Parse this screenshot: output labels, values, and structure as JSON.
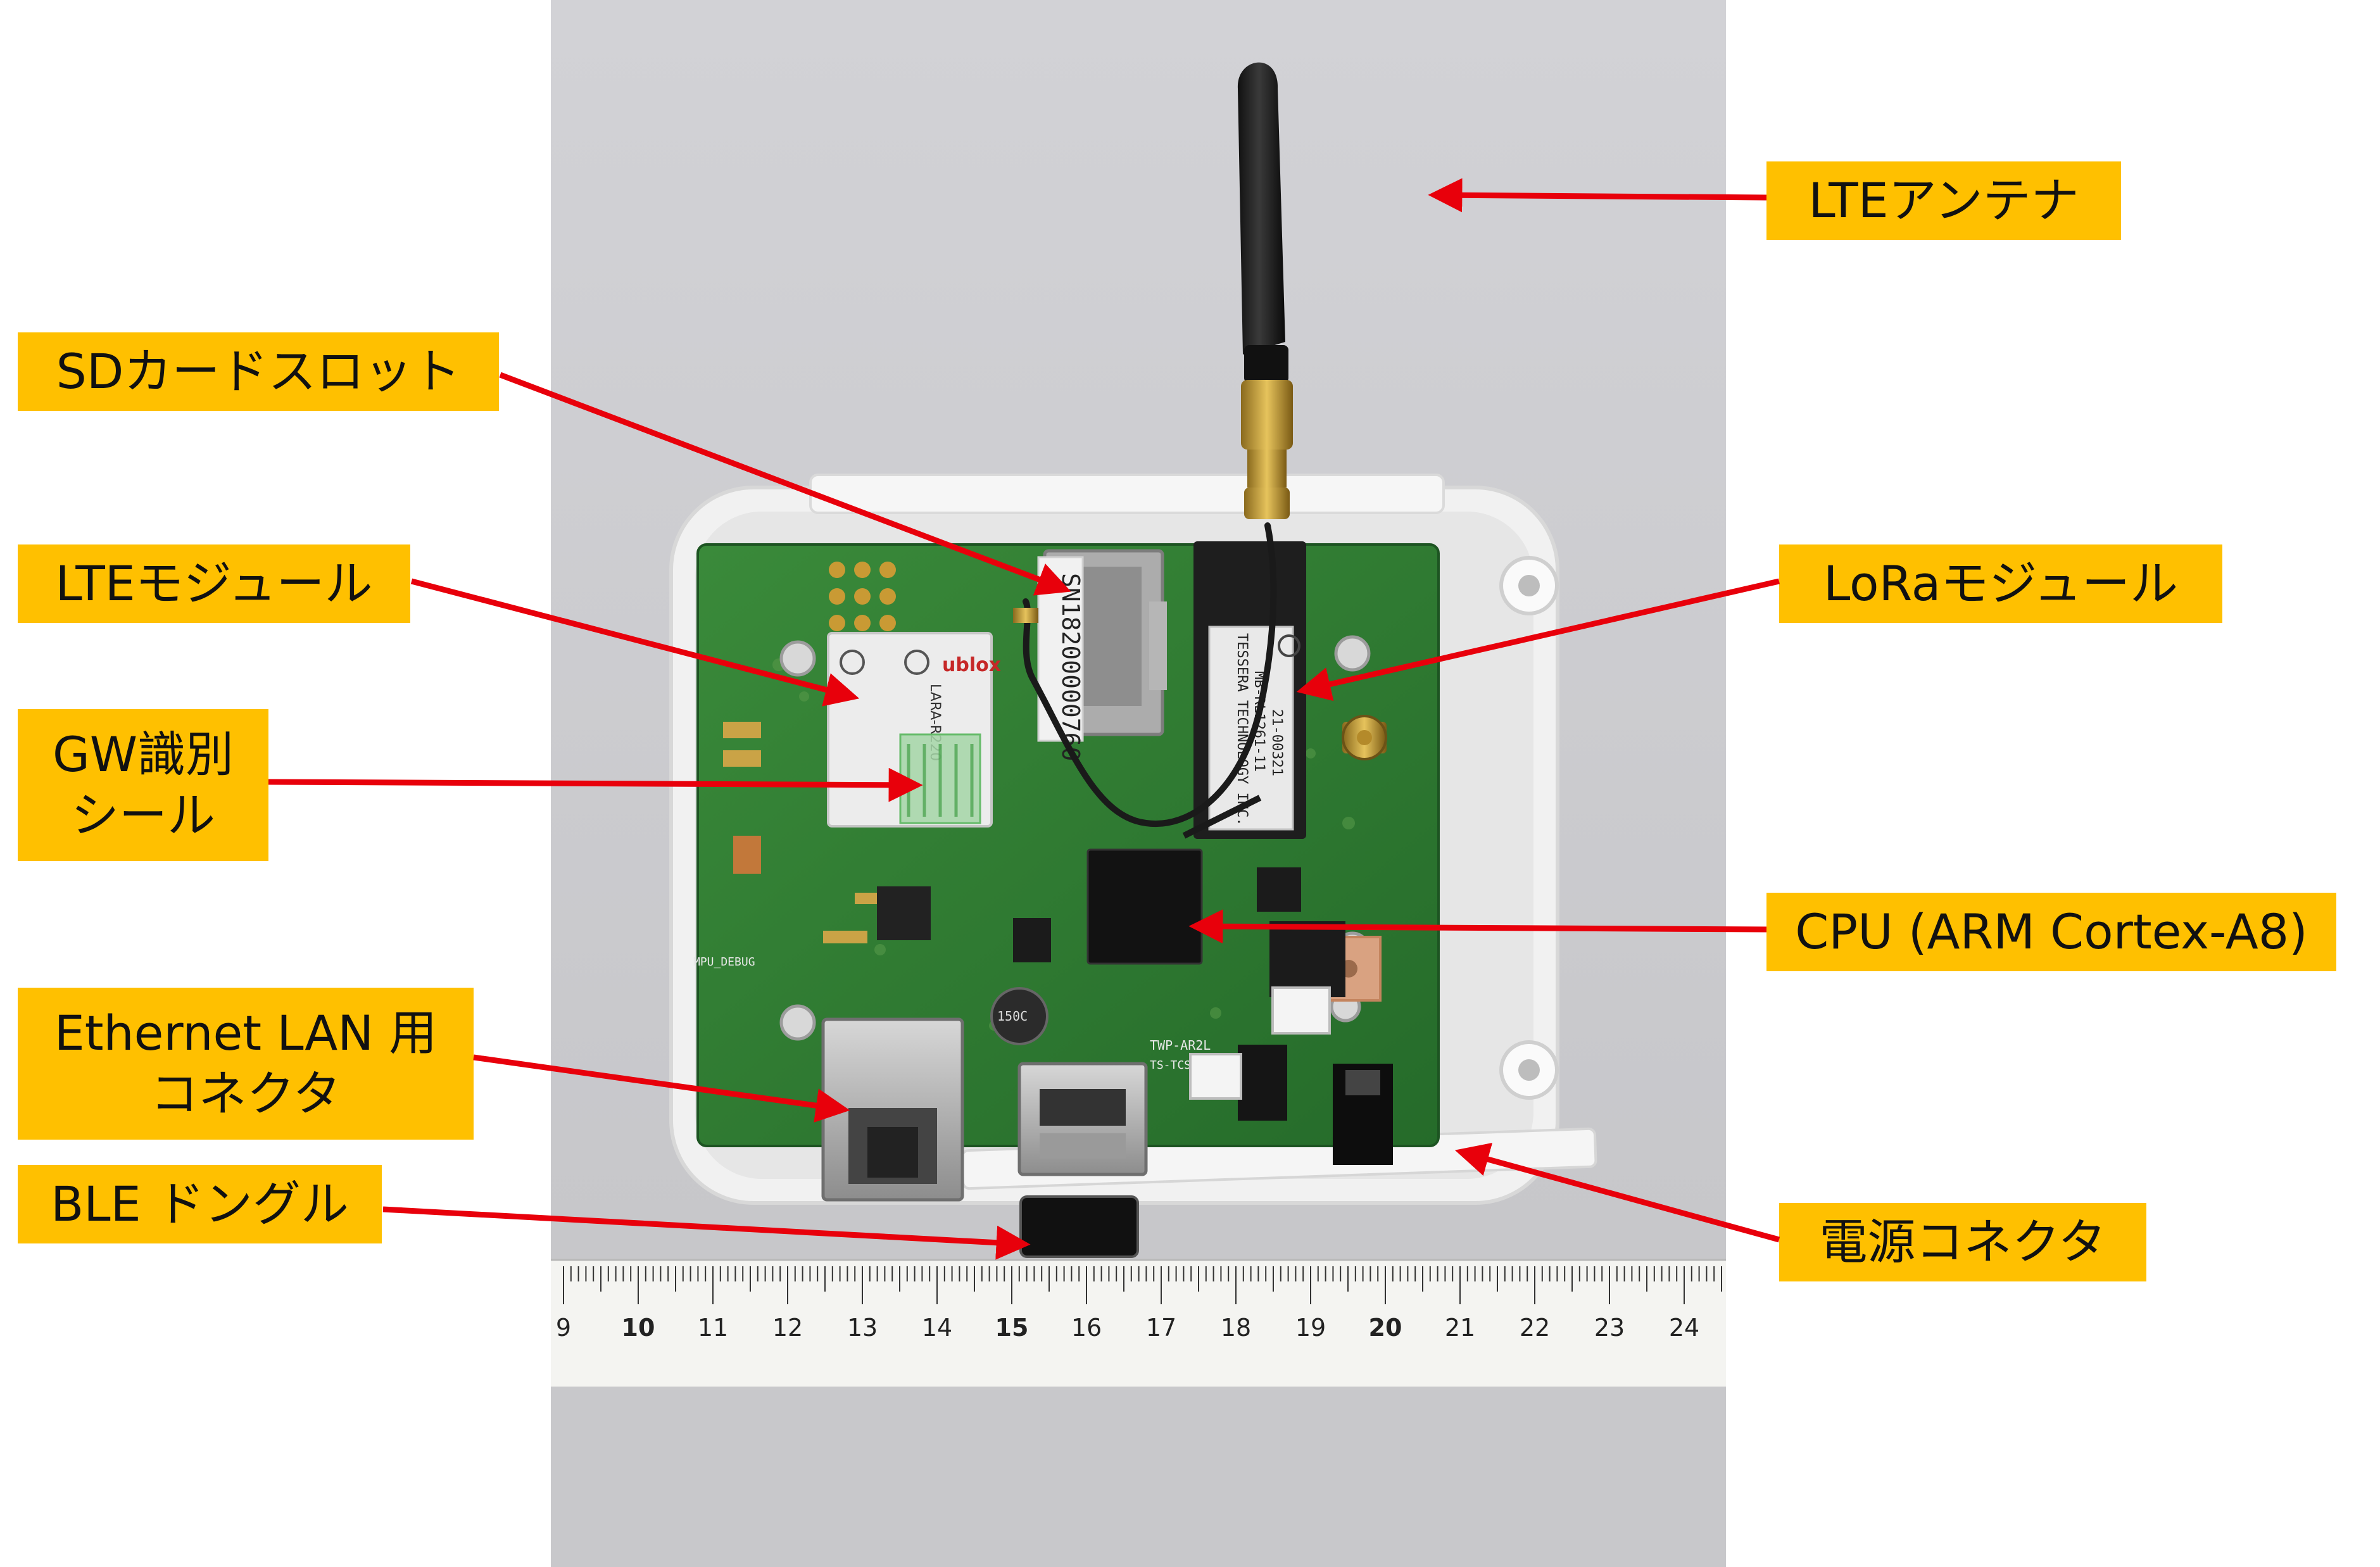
{
  "callouts": {
    "lte_antenna": "LTEアンテナ",
    "sd_card_slot": "SDカードスロット",
    "lte_module": "LTEモジュール",
    "gw_seal_line1": "GW識別",
    "gw_seal_line2": "シール",
    "ethernet_line1": "Ethernet LAN 用",
    "ethernet_line2": "コネクタ",
    "ble_dongle": "BLE ドングル",
    "lora_module": "LoRaモジュール",
    "cpu": "CPU (ARM Cortex-A8)",
    "power_connector": "電源コネクタ"
  },
  "ruler_numbers": [
    "9",
    "10",
    "11",
    "12",
    "13",
    "14",
    "15",
    "16",
    "17",
    "18",
    "19",
    "20",
    "21",
    "22",
    "23",
    "24"
  ],
  "photo_text": {
    "sd_serial": "SN18200000760",
    "lte_brand": "ublox",
    "lte_model": "LARA-R220",
    "lora_vendor": "TESSERA TECHNOLOGY INC.",
    "lora_model": "MB-RL1261-11",
    "lora_code": "21-00321",
    "capacitor": "150C",
    "board_label1": "TWP-AR2L",
    "board_label2": "TS-TCS07556",
    "mpu_debug": "MPU_DEBUG"
  },
  "colors": {
    "callout_fill": "#FFC000",
    "arrow": "#E8000B",
    "background": "#ffffff",
    "photo_backdrop": "#CBCBCE",
    "pcb_green": "#2E7D32"
  }
}
